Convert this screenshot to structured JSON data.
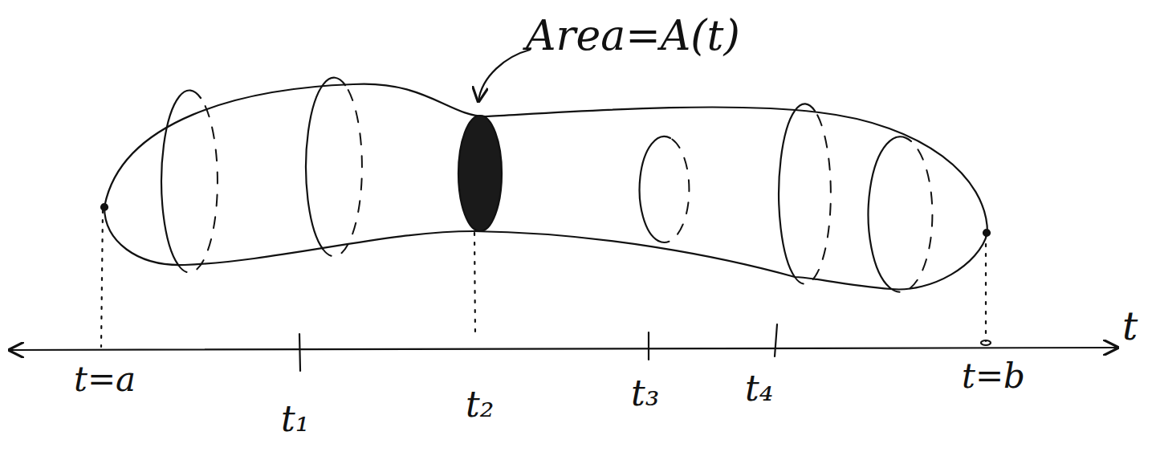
{
  "diagram": {
    "labels": [
      "Area=A(t)",
      "t",
      "t=a",
      "t₁",
      "t₂",
      "t₃",
      "t₄",
      "t=b"
    ]
  }
}
